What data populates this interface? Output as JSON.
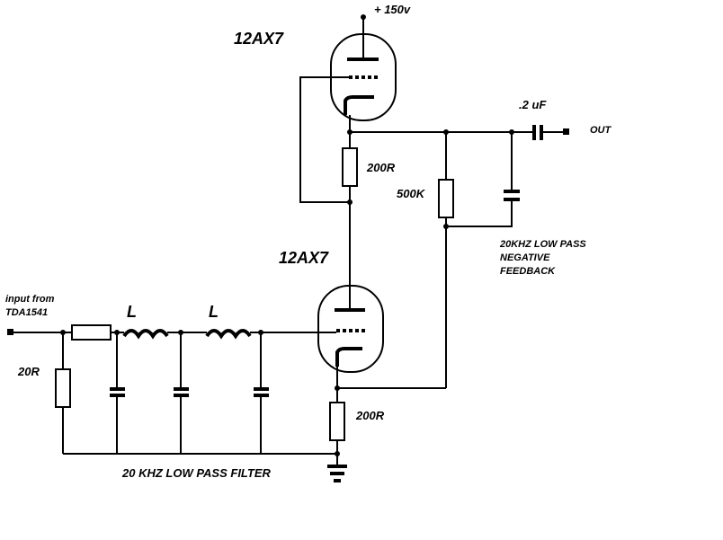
{
  "labels": {
    "supply": "+ 150v",
    "tube_top": "12AX7",
    "tube_bottom": "12AX7",
    "cap_out": ".2 uF",
    "out": "OUT",
    "r_plate": "200R",
    "r_fb": "500K",
    "nfb_line1": "20KHZ LOW PASS",
    "nfb_line2": "NEGATIVE",
    "nfb_line3": "FEEDBACK",
    "input_line1": "input from",
    "input_line2": "TDA1541",
    "inductor1": "L",
    "inductor2": "L",
    "r_input": "20R",
    "r_cathode": "200R",
    "filter_caption": "20 KHZ LOW PASS FILTER"
  }
}
